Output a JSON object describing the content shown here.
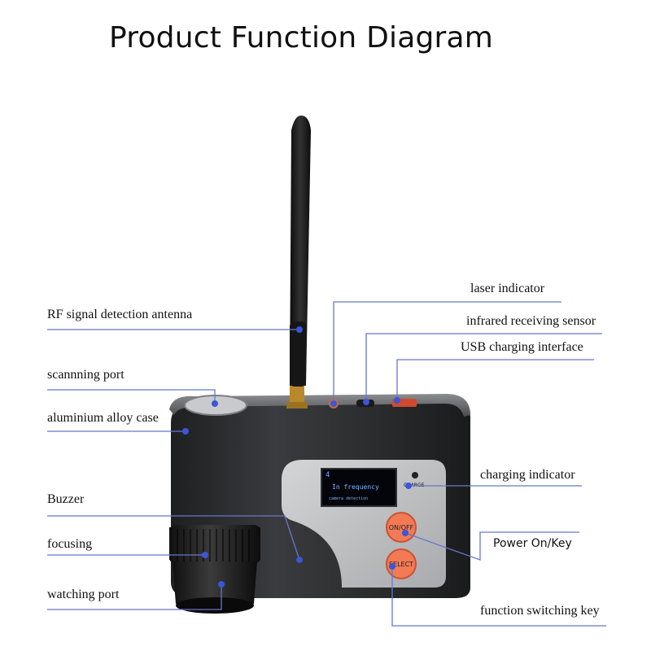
{
  "title": "Product Function Diagram",
  "device": {
    "screen_line1": "In frequency",
    "screen_line2": "camera detection",
    "screen_number": "4",
    "charge_label": "CHARGE",
    "onoff_label": "ON/OFF",
    "select_label": "SELECT"
  },
  "labels": {
    "antenna": "RF signal detection antenna",
    "scanning_port": "scannning port",
    "case": "aluminium alloy case",
    "buzzer": "Buzzer",
    "focusing": "focusing",
    "watching_port": "watching port",
    "laser": "laser indicator",
    "infrared": "infrared receiving sensor",
    "usb": "USB charging interface",
    "charging": "charging indicator",
    "power": "Power On/Key",
    "function": "function switching key"
  },
  "colors": {
    "leader_line": "#6677cc",
    "button_orange": "#f27a55",
    "body_dark": "#2b2c2e"
  }
}
